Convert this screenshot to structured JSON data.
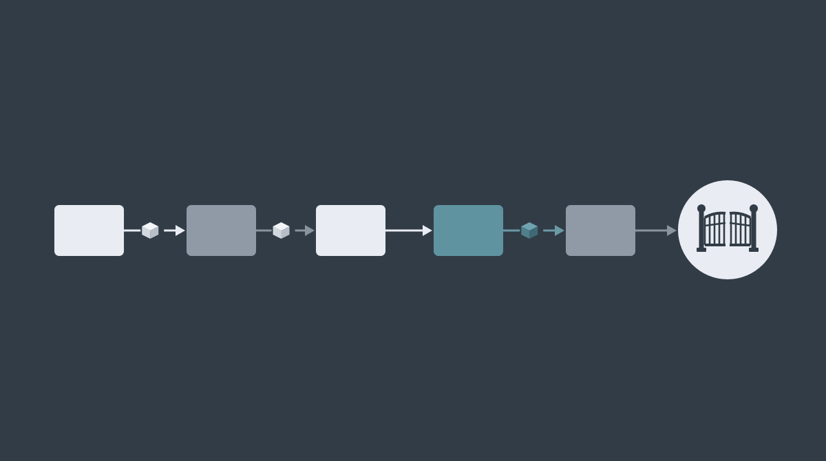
{
  "background": "#323c46",
  "colors": {
    "light": "#e9edf3",
    "slate": "#8f9aa6",
    "teal": "#5f93a0",
    "arrow_light": "#e9edf3",
    "arrow_dim": "#8a949f",
    "arrow_teal": "#6a9aa6",
    "icon_dark": "#323c46"
  },
  "stages": [
    {
      "id": "stage-1",
      "color_key": "light"
    },
    {
      "id": "stage-2",
      "color_key": "slate"
    },
    {
      "id": "stage-3",
      "color_key": "light"
    },
    {
      "id": "stage-4",
      "color_key": "teal"
    },
    {
      "id": "stage-5",
      "color_key": "slate"
    }
  ],
  "connectors": [
    {
      "from": "stage-1",
      "to": "stage-2",
      "has_package": true,
      "package_color_key": "light",
      "arrow_color_key": "arrow_light"
    },
    {
      "from": "stage-2",
      "to": "stage-3",
      "has_package": true,
      "package_color_key": "light",
      "arrow_color_key": "arrow_dim"
    },
    {
      "from": "stage-3",
      "to": "stage-4",
      "has_package": false,
      "arrow_color_key": "arrow_light"
    },
    {
      "from": "stage-4",
      "to": "stage-5",
      "has_package": true,
      "package_color_key": "teal",
      "arrow_color_key": "arrow_teal"
    },
    {
      "from": "stage-5",
      "to": "gate",
      "has_package": false,
      "arrow_color_key": "arrow_dim"
    }
  ],
  "endpoint": {
    "icon": "gate-icon",
    "bg_color_key": "light",
    "icon_color_key": "icon_dark"
  }
}
